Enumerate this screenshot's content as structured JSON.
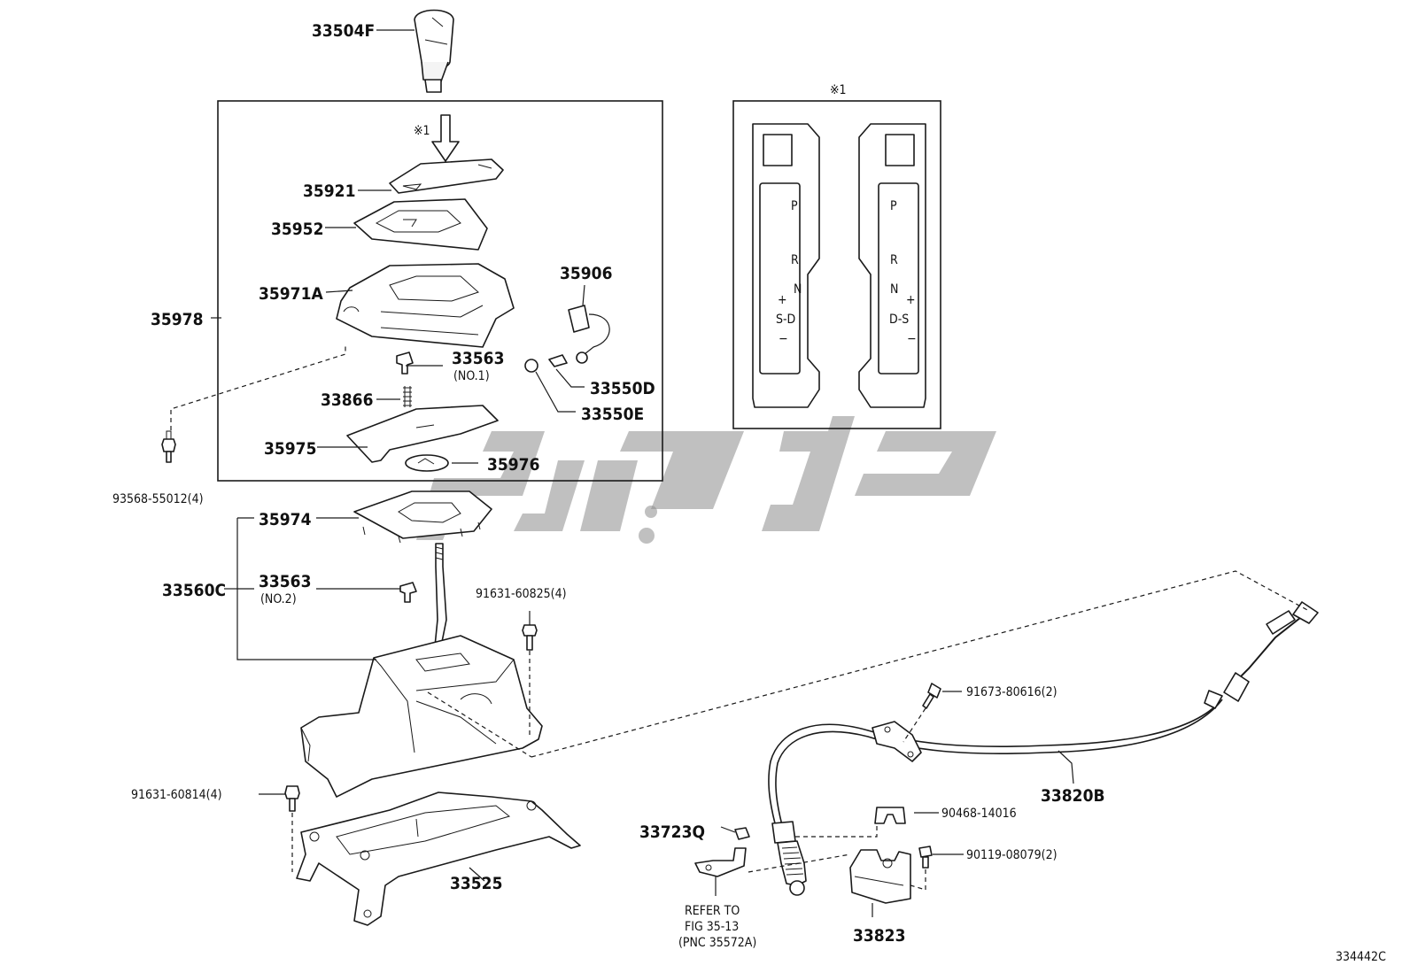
{
  "labels": {
    "knob": "33504F",
    "assy_35978": "35978",
    "indicator_35921": "35921",
    "plate_35952": "35952",
    "housing_35971A": "35971A",
    "wire_35906": "35906",
    "pin_33563_no1": "33563",
    "pin_33563_no1_sub": "(NO.1)",
    "bulb_33550D": "33550D",
    "socket_33550E": "33550E",
    "spring_33866": "33866",
    "cover_35975": "35975",
    "cover_35976": "35976",
    "bolt_93568": "93568-55012(4)",
    "plate_35974": "35974",
    "assy_33560C": "33560C",
    "pin_33563_no2": "33563",
    "pin_33563_no2_sub": "(NO.2)",
    "bolt_91631_60825": "91631-60825(4)",
    "bolt_91631_60814": "91631-60814(4)",
    "bracket_33525": "33525",
    "bolt_91673": "91673-80616(2)",
    "cable_33820B": "33820B",
    "clip_90468": "90468-14016",
    "bolt_90119": "90119-08079(2)",
    "bushing_33723Q": "33723Q",
    "bracket_33823": "33823",
    "refer_line1": "REFER TO",
    "refer_line2": "FIG 35-13",
    "refer_line3": "(PNC 35572A)",
    "note_mark_arrow": "※1",
    "note_mark_inset": "※1",
    "figure_id": "334442C"
  },
  "inset_left": {
    "p": "P",
    "r": "R",
    "n": "N",
    "plus": "+",
    "sd": "S-D",
    "minus": "−"
  },
  "inset_right": {
    "p": "P",
    "r": "R",
    "n": "N",
    "plus": "+",
    "ds": "D-S",
    "minus": "−"
  }
}
